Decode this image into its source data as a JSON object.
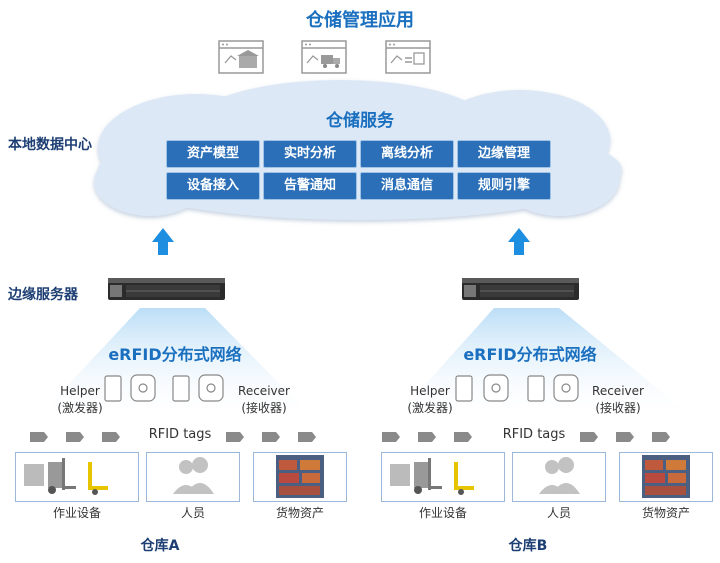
{
  "app": {
    "title": "仓储管理应用"
  },
  "datacenter": {
    "label": "本地数据中心",
    "cloud_title": "仓储服务",
    "services": [
      "资产模型",
      "实时分析",
      "离线分析",
      "边缘管理",
      "设备接入",
      "告警通知",
      "消息通信",
      "规则引擎"
    ]
  },
  "edge": {
    "label": "边缘服务器"
  },
  "warehouses": [
    {
      "network": "eRFID分布式网络",
      "helper": "Helper",
      "helper_cn": "(激发器)",
      "receiver": "Receiver",
      "receiver_cn": "(接收器)",
      "tags": "RFID tags",
      "equipment": "作业设备",
      "people": "人员",
      "assets": "货物资产",
      "name": "仓库A"
    },
    {
      "network": "eRFID分布式网络",
      "helper": "Helper",
      "helper_cn": "(激发器)",
      "receiver": "Receiver",
      "receiver_cn": "(接收器)",
      "tags": "RFID tags",
      "equipment": "作业设备",
      "people": "人员",
      "assets": "货物资产",
      "name": "仓库B"
    }
  ],
  "colors": {
    "accent": "#1a6fbf",
    "service_box": "#2a6fb8",
    "cloud": "#dde8f6",
    "arrow": "#1e8fe0"
  }
}
